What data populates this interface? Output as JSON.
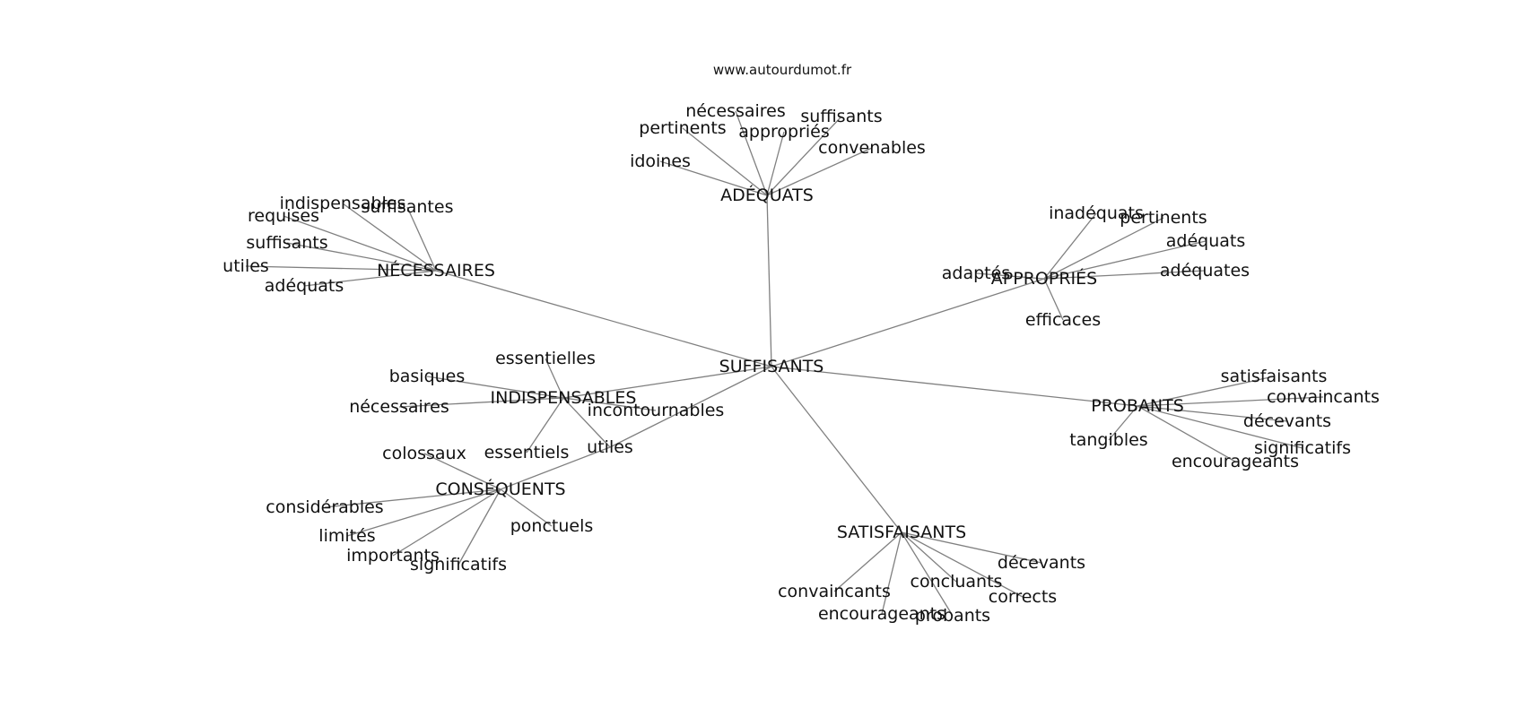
{
  "source": "www.autourdumot.fr",
  "colors": {
    "edge": "#808080",
    "text": "#111111",
    "background": "#ffffff"
  },
  "center": "SUFFISANTS",
  "nodes": [
    {
      "id": "suffisants",
      "label": "SUFFISANTS"
    },
    {
      "id": "adequats",
      "label": "ADÉQUATS"
    },
    {
      "id": "necessaires",
      "label": "NÉCESSAIRES"
    },
    {
      "id": "appropries",
      "label": "APPROPRIÉS"
    },
    {
      "id": "indispensables",
      "label": "INDISPENSABLES"
    },
    {
      "id": "probants",
      "label": "PROBANTS"
    },
    {
      "id": "consequents",
      "label": "CONSÉQUENTS"
    },
    {
      "id": "satisfaisants",
      "label": "SATISFAISANTS"
    },
    {
      "id": "utiles_c",
      "label": "utiles"
    },
    {
      "id": "ad_necessaires",
      "label": "nécessaires"
    },
    {
      "id": "ad_pertinents",
      "label": "pertinents"
    },
    {
      "id": "ad_appropries",
      "label": "appropriés"
    },
    {
      "id": "ad_suffisants",
      "label": "suffisants"
    },
    {
      "id": "ad_convenables",
      "label": "convenables"
    },
    {
      "id": "ad_idoines",
      "label": "idoines"
    },
    {
      "id": "ne_indispensables",
      "label": "indispensables"
    },
    {
      "id": "ne_suffisantes",
      "label": "suffisantes"
    },
    {
      "id": "ne_requises",
      "label": "requises"
    },
    {
      "id": "ne_suffisants",
      "label": "suffisants"
    },
    {
      "id": "ne_utiles",
      "label": "utiles"
    },
    {
      "id": "ne_adequats",
      "label": "adéquats"
    },
    {
      "id": "ap_inadequats",
      "label": "inadéquats"
    },
    {
      "id": "ap_pertinents",
      "label": "pertinents"
    },
    {
      "id": "ap_adequats",
      "label": "adéquats"
    },
    {
      "id": "ap_adequates",
      "label": "adéquates"
    },
    {
      "id": "ap_adaptes",
      "label": "adaptés"
    },
    {
      "id": "ap_efficaces",
      "label": "efficaces"
    },
    {
      "id": "in_essentielles",
      "label": "essentielles"
    },
    {
      "id": "in_basiques",
      "label": "basiques"
    },
    {
      "id": "in_necessaires",
      "label": "nécessaires"
    },
    {
      "id": "in_incontournables",
      "label": "incontournables"
    },
    {
      "id": "in_essentiels",
      "label": "essentiels"
    },
    {
      "id": "pr_satisfaisants",
      "label": "satisfaisants"
    },
    {
      "id": "pr_convaincants",
      "label": "convaincants"
    },
    {
      "id": "pr_decevants",
      "label": "décevants"
    },
    {
      "id": "pr_tangibles",
      "label": "tangibles"
    },
    {
      "id": "pr_significatifs",
      "label": "significatifs"
    },
    {
      "id": "pr_encourageants",
      "label": "encourageants"
    },
    {
      "id": "co_colossaux",
      "label": "colossaux"
    },
    {
      "id": "co_considerables",
      "label": "considérables"
    },
    {
      "id": "co_limites",
      "label": "limités"
    },
    {
      "id": "co_importants",
      "label": "importants"
    },
    {
      "id": "co_significatifs",
      "label": "significatifs"
    },
    {
      "id": "co_ponctuels",
      "label": "ponctuels"
    },
    {
      "id": "sa_decevants",
      "label": "décevants"
    },
    {
      "id": "sa_concluants",
      "label": "concluants"
    },
    {
      "id": "sa_corrects",
      "label": "corrects"
    },
    {
      "id": "sa_convaincants",
      "label": "convaincants"
    },
    {
      "id": "sa_encourageants",
      "label": "encourageants"
    },
    {
      "id": "sa_probants",
      "label": "probants"
    }
  ],
  "edges": [
    [
      "suffisants",
      "adequats"
    ],
    [
      "suffisants",
      "necessaires"
    ],
    [
      "suffisants",
      "appropries"
    ],
    [
      "suffisants",
      "indispensables"
    ],
    [
      "suffisants",
      "probants"
    ],
    [
      "suffisants",
      "satisfaisants"
    ],
    [
      "suffisants",
      "utiles_c"
    ],
    [
      "utiles_c",
      "consequents"
    ],
    [
      "adequats",
      "ad_necessaires"
    ],
    [
      "adequats",
      "ad_pertinents"
    ],
    [
      "adequats",
      "ad_appropries"
    ],
    [
      "adequats",
      "ad_suffisants"
    ],
    [
      "adequats",
      "ad_convenables"
    ],
    [
      "adequats",
      "ad_idoines"
    ],
    [
      "necessaires",
      "ne_indispensables"
    ],
    [
      "necessaires",
      "ne_suffisantes"
    ],
    [
      "necessaires",
      "ne_requises"
    ],
    [
      "necessaires",
      "ne_suffisants"
    ],
    [
      "necessaires",
      "ne_utiles"
    ],
    [
      "necessaires",
      "ne_adequats"
    ],
    [
      "appropries",
      "ap_inadequats"
    ],
    [
      "appropries",
      "ap_pertinents"
    ],
    [
      "appropries",
      "ap_adequats"
    ],
    [
      "appropries",
      "ap_adequates"
    ],
    [
      "appropries",
      "ap_adaptes"
    ],
    [
      "appropries",
      "ap_efficaces"
    ],
    [
      "indispensables",
      "in_essentielles"
    ],
    [
      "indispensables",
      "in_basiques"
    ],
    [
      "indispensables",
      "in_necessaires"
    ],
    [
      "indispensables",
      "in_incontournables"
    ],
    [
      "indispensables",
      "in_essentiels"
    ],
    [
      "indispensables",
      "utiles_c"
    ],
    [
      "probants",
      "pr_satisfaisants"
    ],
    [
      "probants",
      "pr_convaincants"
    ],
    [
      "probants",
      "pr_decevants"
    ],
    [
      "probants",
      "pr_tangibles"
    ],
    [
      "probants",
      "pr_significatifs"
    ],
    [
      "probants",
      "pr_encourageants"
    ],
    [
      "consequents",
      "co_colossaux"
    ],
    [
      "consequents",
      "co_considerables"
    ],
    [
      "consequents",
      "co_limites"
    ],
    [
      "consequents",
      "co_importants"
    ],
    [
      "consequents",
      "co_significatifs"
    ],
    [
      "consequents",
      "co_ponctuels"
    ],
    [
      "satisfaisants",
      "sa_decevants"
    ],
    [
      "satisfaisants",
      "sa_concluants"
    ],
    [
      "satisfaisants",
      "sa_corrects"
    ],
    [
      "satisfaisants",
      "sa_convaincants"
    ],
    [
      "satisfaisants",
      "sa_encourageants"
    ],
    [
      "satisfaisants",
      "sa_probants"
    ]
  ]
}
